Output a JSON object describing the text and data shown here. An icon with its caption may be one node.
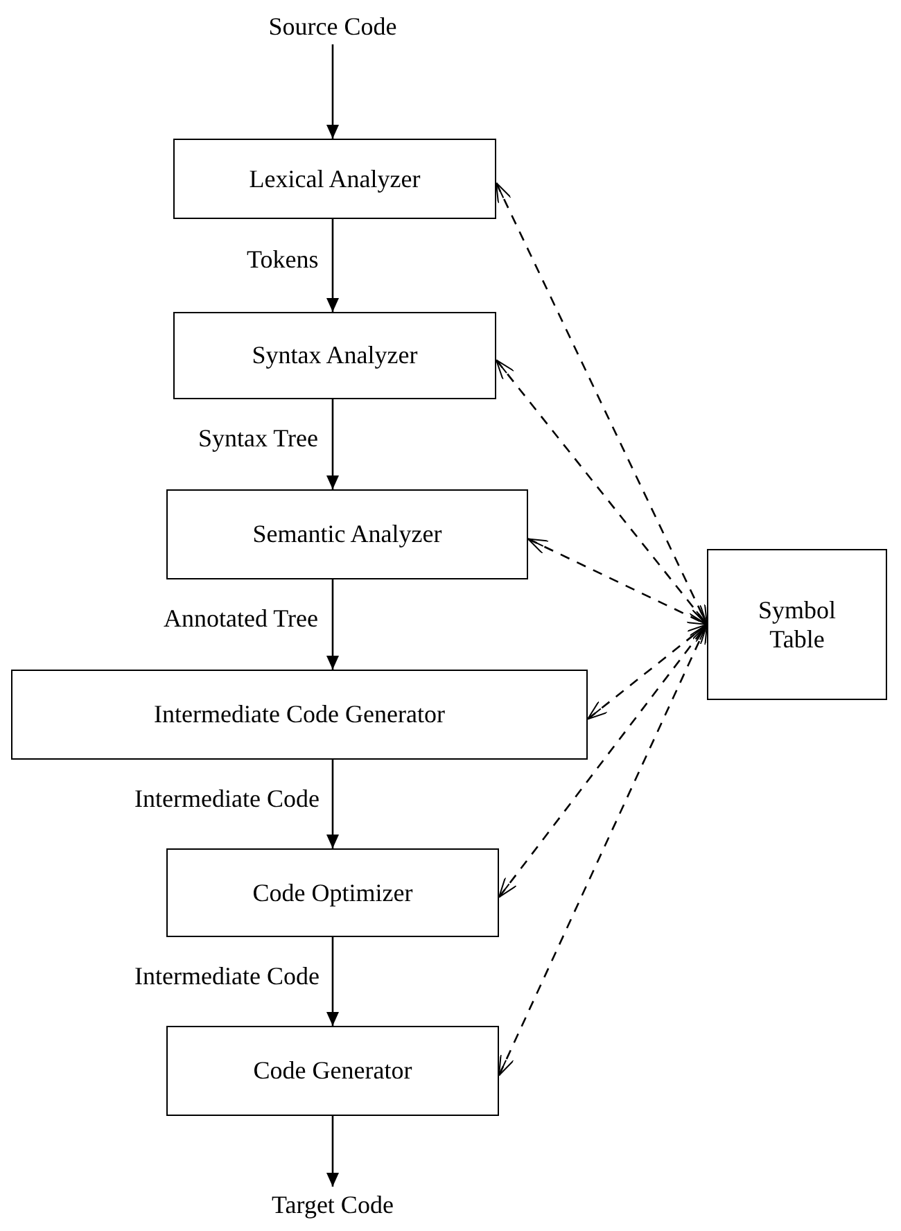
{
  "diagram": {
    "nodes": [
      {
        "text": [
          "Source Code"
        ]
      },
      {
        "text": [
          "Lexical Analyzer"
        ]
      },
      {
        "text": [
          "Syntax Analyzer"
        ]
      },
      {
        "text": [
          "Semantic Analyzer"
        ]
      },
      {
        "text": [
          "Intermediate Code Generator"
        ]
      },
      {
        "text": [
          "Code Optimizer"
        ]
      },
      {
        "text": [
          "Code Generator"
        ]
      },
      {
        "text": [
          "Target Code"
        ]
      },
      {
        "text": [
          "Symbol Table"
        ]
      }
    ],
    "edges": [
      {
        "from": 0,
        "to": 1,
        "arrow": "to"
      },
      {
        "from": 1,
        "to": 2,
        "arrow": "to",
        "label": "Tokens"
      },
      {
        "from": 2,
        "to": 3,
        "arrow": "to",
        "label": "Syntax Tree"
      },
      {
        "from": 3,
        "to": 4,
        "arrow": "to",
        "label": "Annotated Tree"
      },
      {
        "from": 4,
        "to": 5,
        "arrow": "to",
        "label": "Intermediate Code"
      },
      {
        "from": 5,
        "to": 6,
        "arrow": "to",
        "label": "Intermediate Code"
      },
      {
        "from": 6,
        "to": 7,
        "arrow": "to"
      },
      {
        "from": 1,
        "to": 8,
        "arrow": "both",
        "style": "dashed"
      },
      {
        "from": 2,
        "to": 8,
        "arrow": "both",
        "style": "dashed"
      },
      {
        "from": 3,
        "to": 8,
        "arrow": "both",
        "style": "dashed"
      },
      {
        "from": 4,
        "to": 8,
        "arrow": "both",
        "style": "dashed"
      },
      {
        "from": 5,
        "to": 8,
        "arrow": "both",
        "style": "dashed"
      },
      {
        "from": 6,
        "to": 8,
        "arrow": "both",
        "style": "dashed"
      }
    ]
  }
}
